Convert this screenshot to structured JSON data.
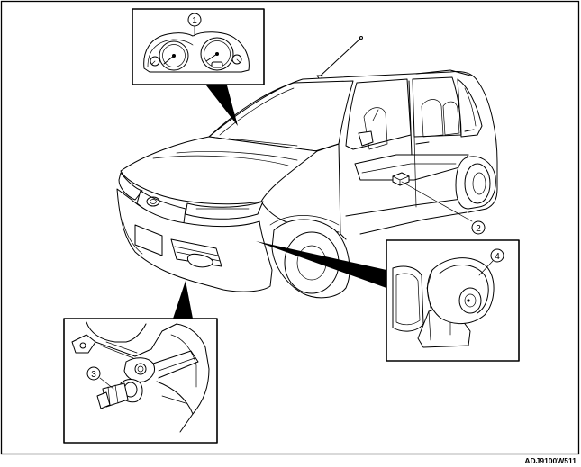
{
  "callouts": [
    {
      "id": "1",
      "label": "1"
    },
    {
      "id": "2",
      "label": "2"
    },
    {
      "id": "3",
      "label": "3"
    },
    {
      "id": "4",
      "label": "4"
    }
  ],
  "figure_code": "ADJ9100W511"
}
